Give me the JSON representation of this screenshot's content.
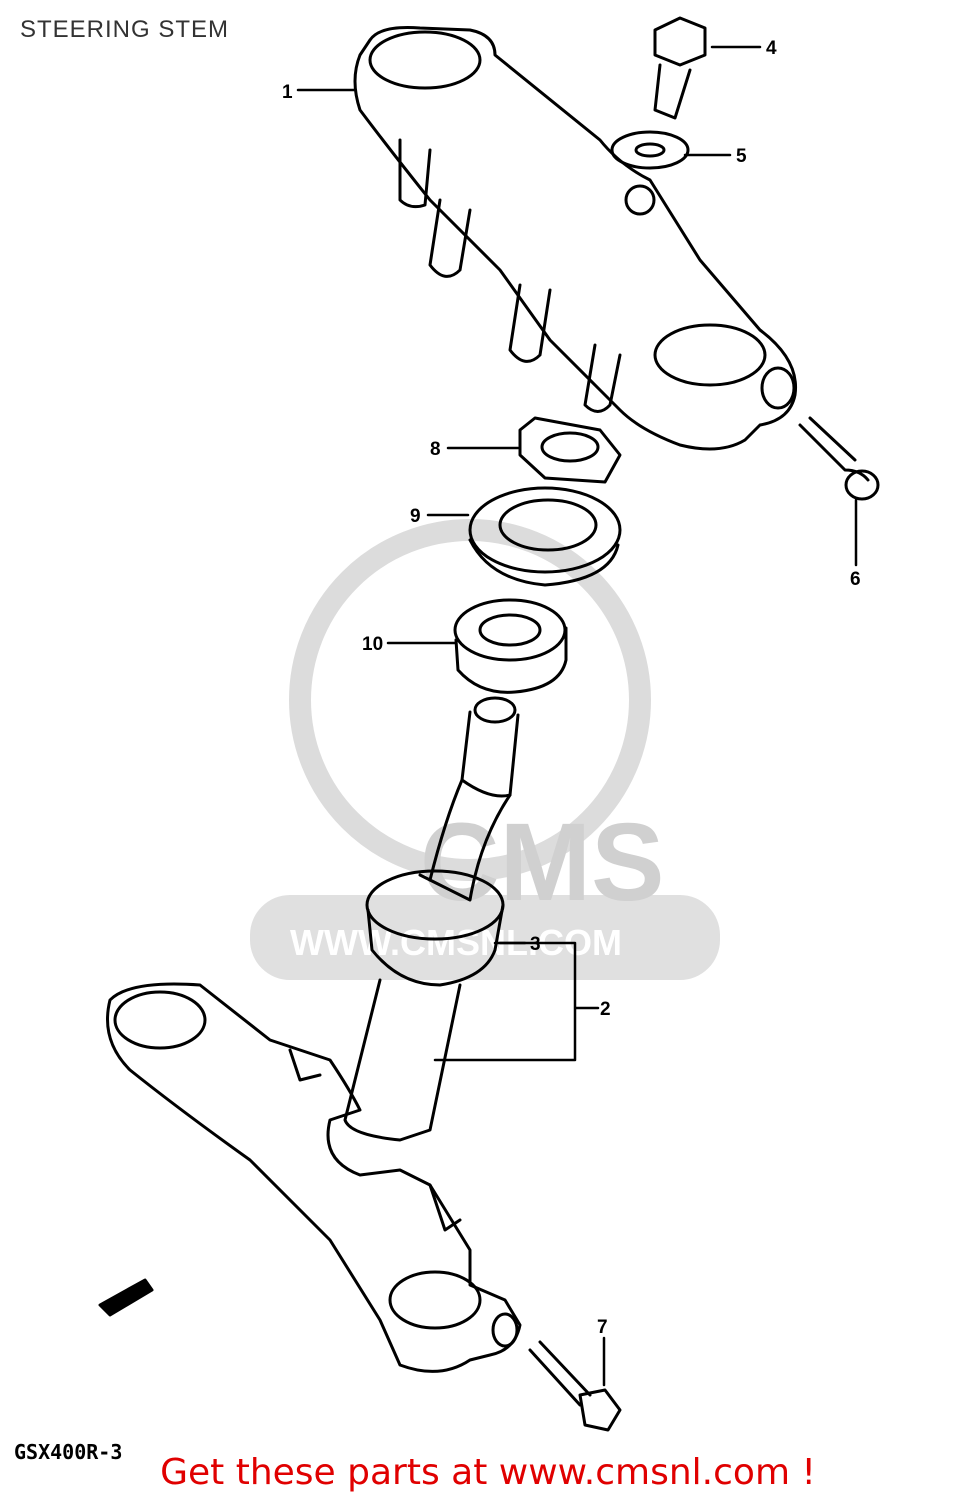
{
  "page_title": "STEERING STEM",
  "model_code": "GSX400R-3",
  "promo_text": "Get these parts at www.cmsnl.com !",
  "watermark": {
    "brand": "CMS",
    "url": "WWW.CMSNL.COM"
  },
  "callouts": [
    {
      "id": "1"
    },
    {
      "id": "2"
    },
    {
      "id": "3"
    },
    {
      "id": "4"
    },
    {
      "id": "5"
    },
    {
      "id": "6"
    },
    {
      "id": "7"
    },
    {
      "id": "8"
    },
    {
      "id": "9"
    },
    {
      "id": "10"
    }
  ],
  "colors": {
    "line": "#000000",
    "watermark": "#d0d0d0",
    "promo": "#e00000"
  }
}
